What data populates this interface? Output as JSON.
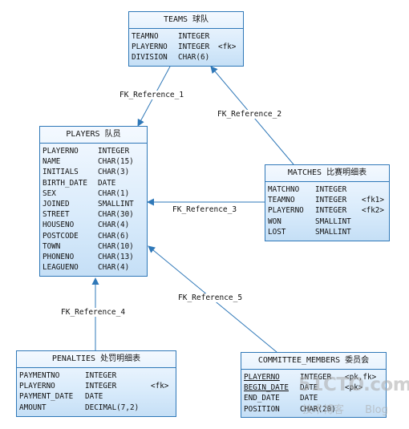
{
  "tables": {
    "teams": {
      "title": "TEAMS 球队",
      "columns": [
        {
          "name": "TEAMNO",
          "type": "INTEGER",
          "key": ""
        },
        {
          "name": "PLAYERNO",
          "type": "INTEGER",
          "key": "<fk>"
        },
        {
          "name": "DIVISION",
          "type": "CHAR(6)",
          "key": ""
        }
      ]
    },
    "players": {
      "title": "PLAYERS 队员",
      "columns": [
        {
          "name": "PLAYERNO",
          "type": "INTEGER",
          "key": ""
        },
        {
          "name": "NAME",
          "type": "CHAR(15)",
          "key": ""
        },
        {
          "name": "INITIALS",
          "type": "CHAR(3)",
          "key": ""
        },
        {
          "name": "BIRTH_DATE",
          "type": "DATE",
          "key": ""
        },
        {
          "name": "SEX",
          "type": "CHAR(1)",
          "key": ""
        },
        {
          "name": "JOINED",
          "type": "SMALLINT",
          "key": ""
        },
        {
          "name": "STREET",
          "type": "CHAR(30)",
          "key": ""
        },
        {
          "name": "HOUSENO",
          "type": "CHAR(4)",
          "key": ""
        },
        {
          "name": "POSTCODE",
          "type": "CHAR(6)",
          "key": ""
        },
        {
          "name": "TOWN",
          "type": "CHAR(10)",
          "key": ""
        },
        {
          "name": "PHONENO",
          "type": "CHAR(13)",
          "key": ""
        },
        {
          "name": "LEAGUENO",
          "type": "CHAR(4)",
          "key": ""
        }
      ]
    },
    "matches": {
      "title": "MATCHES 比赛明细表",
      "columns": [
        {
          "name": "MATCHNO",
          "type": "INTEGER",
          "key": ""
        },
        {
          "name": "TEAMNO",
          "type": "INTEGER",
          "key": "<fk1>"
        },
        {
          "name": "PLAYERNO",
          "type": "INTEGER",
          "key": "<fk2>"
        },
        {
          "name": "WON",
          "type": "SMALLINT",
          "key": ""
        },
        {
          "name": "LOST",
          "type": "SMALLINT",
          "key": ""
        }
      ]
    },
    "penalties": {
      "title": "PENALTIES 处罚明细表",
      "columns": [
        {
          "name": "PAYMENTNO",
          "type": "INTEGER",
          "key": ""
        },
        {
          "name": "PLAYERNO",
          "type": "INTEGER",
          "key": "<fk>"
        },
        {
          "name": "PAYMENT_DATE",
          "type": "DATE",
          "key": ""
        },
        {
          "name": "AMOUNT",
          "type": "DECIMAL(7,2)",
          "key": ""
        }
      ]
    },
    "committee": {
      "title": "COMMITTEE_MEMBERS 委员会",
      "columns": [
        {
          "name": "PLAYERNO",
          "type": "INTEGER",
          "key": "<pk,fk>",
          "pk": true
        },
        {
          "name": "BEGIN_DATE",
          "type": "DATE",
          "key": "<pk>",
          "pk": true
        },
        {
          "name": "END_DATE",
          "type": "DATE",
          "key": ""
        },
        {
          "name": "POSITION",
          "type": "CHAR(20)",
          "key": ""
        }
      ]
    }
  },
  "references": {
    "fk1": "FK_Reference_1",
    "fk2": "FK_Reference_2",
    "fk3": "FK_Reference_3",
    "fk4": "FK_Reference_4",
    "fk5": "FK_Reference_5"
  },
  "watermark": {
    "main": "51CTO.com",
    "sub": "技术博客",
    "blog": "Blog"
  },
  "colors": {
    "line": "#2f78b8",
    "border": "#2f78b8"
  }
}
